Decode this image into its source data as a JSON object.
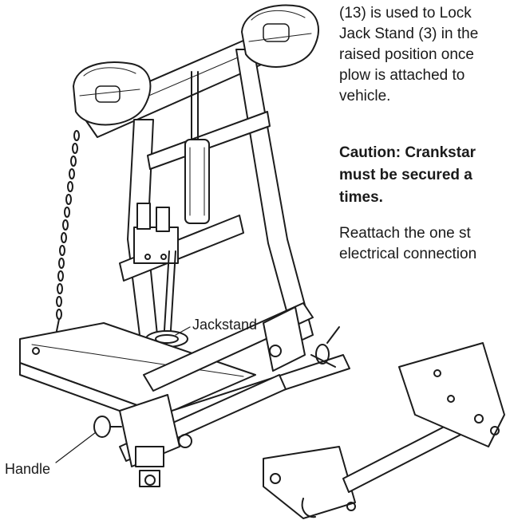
{
  "instruction_text": {
    "paragraph_1": [
      "(13) is used to Lock",
      "Jack Stand (3) in the",
      "raised position once",
      "plow is attached to",
      "vehicle."
    ],
    "caution": [
      "Caution: Crankstar",
      "must be secured a",
      "times."
    ],
    "paragraph_2": [
      "Reattach the one st",
      "electrical connection"
    ]
  },
  "callouts": {
    "jackstand": "Jackstand",
    "handle": "Handle"
  }
}
